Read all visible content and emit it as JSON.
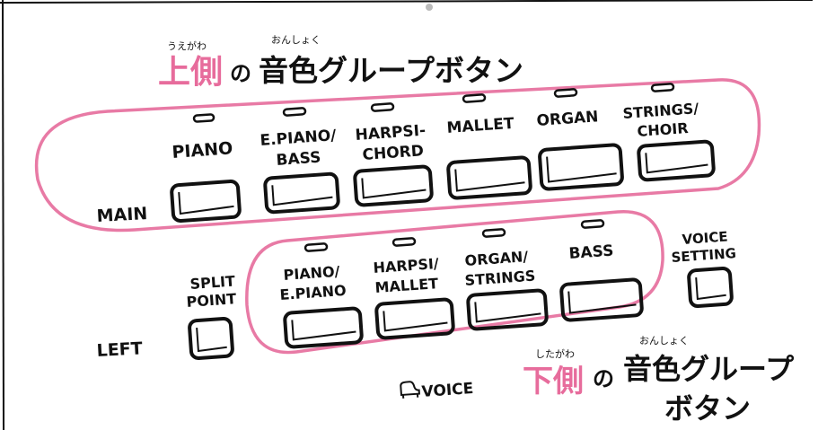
{
  "colors": {
    "accent_pink": "#e76c9c",
    "ink": "#111111",
    "background": "#ffffff"
  },
  "upper_title": {
    "ruby_uegawa": "うえがわ",
    "ruby_onshoku": "おんしょく",
    "kanji_uegawa": "上側",
    "particle": "の",
    "rest": "音色グループボタン"
  },
  "lower_title": {
    "ruby_shitagawa": "したがわ",
    "ruby_onshoku": "おんしょく",
    "kanji_shitagawa": "下側",
    "particle": "の",
    "line1_rest": "音色グループ",
    "line2": "ボタン"
  },
  "main_row": {
    "label": "MAIN",
    "buttons": [
      {
        "line1": "PIANO",
        "line2": ""
      },
      {
        "line1": "E.PIANO/",
        "line2": "BASS"
      },
      {
        "line1": "HARPSI-",
        "line2": "CHORD"
      },
      {
        "line1": "MALLET",
        "line2": ""
      },
      {
        "line1": "ORGAN",
        "line2": ""
      },
      {
        "line1": "STRINGS/",
        "line2": "CHOIR"
      }
    ]
  },
  "left_row": {
    "label": "LEFT",
    "split_point": {
      "line1": "SPLIT",
      "line2": "POINT"
    },
    "buttons": [
      {
        "line1": "PIANO/",
        "line2": "E.PIANO"
      },
      {
        "line1": "HARPSI/",
        "line2": "MALLET"
      },
      {
        "line1": "ORGAN/",
        "line2": "STRINGS"
      },
      {
        "line1": "BASS",
        "line2": ""
      }
    ]
  },
  "voice_setting": {
    "line1": "VOICE",
    "line2": "SETTING"
  },
  "voice_footer": {
    "icon": "grand-piano-icon",
    "label": "VOICE"
  }
}
